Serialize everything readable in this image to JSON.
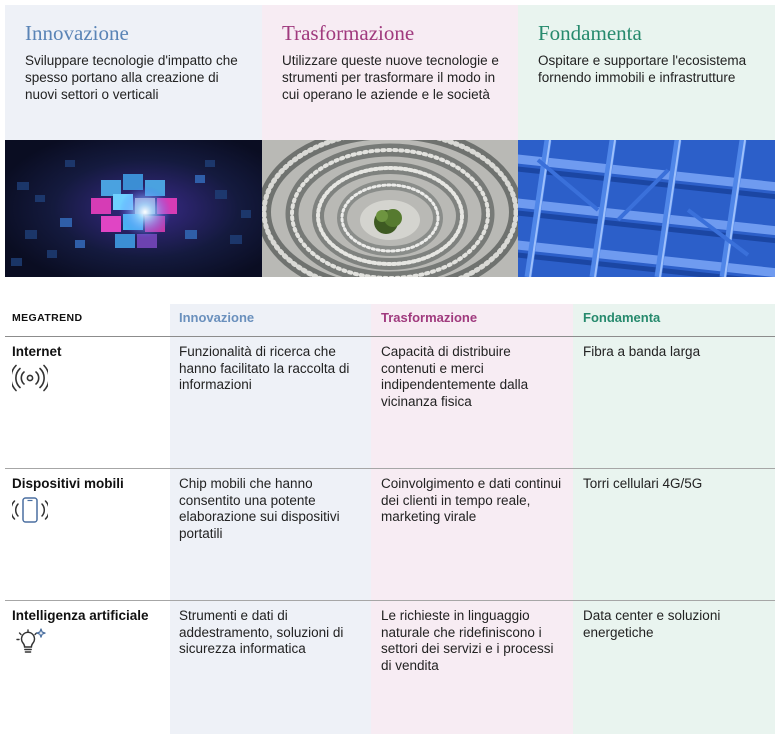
{
  "pillars": [
    {
      "title": "Innovazione",
      "text": "Sviluppare tecnologie d'impatto che spesso portano alla creazione di nuovi settori o verticali",
      "color": "#5a84b6"
    },
    {
      "title": "Trasformazione",
      "text": "Utilizzare queste nuove tecnologie e strumenti per trasformare il modo in cui operano le aziende e le società",
      "color": "#a03a7e"
    },
    {
      "title": "Fondamenta",
      "text": "Ospitare e supportare l'ecosistema fornendo immobili e infrastrutture",
      "color": "#268a6d"
    }
  ],
  "table": {
    "headers": [
      "MEGATREND",
      "Innovazione",
      "Trasformazione",
      "Fondamenta"
    ],
    "rows": [
      {
        "name": "Internet",
        "icon": "wifi-signal-icon",
        "cells": [
          "Funzionalità di ricerca che hanno facilitato la raccolta di informazioni",
          "Capacità di distribuire contenuti e merci indipendentemente dalla vicinanza fisica",
          "Fibra a banda larga"
        ]
      },
      {
        "name": "Dispositivi mobili",
        "icon": "smartphone-signal-icon",
        "cells": [
          "Chip mobili che hanno consentito una potente elaborazione sui dispositivi portatili",
          "Coinvolgimento e dati continui dei clienti in tempo reale, marketing virale",
          "Torri cellulari 4G/5G"
        ]
      },
      {
        "name": "Intelligenza artificiale",
        "icon": "lightbulb-sparkle-icon",
        "cells": [
          "Strumenti e dati di addestramento, soluzioni di sicurezza informatica",
          "Le richieste in linguaggio naturale che ridefiniscono i settori dei servizi e i processi di vendita",
          "Data center e soluzioni energetiche"
        ]
      }
    ]
  },
  "colors": {
    "innovazione_bg": "#eef1f7",
    "trasformazione_bg": "#f7ecf3",
    "fondamenta_bg": "#e9f4ef"
  }
}
